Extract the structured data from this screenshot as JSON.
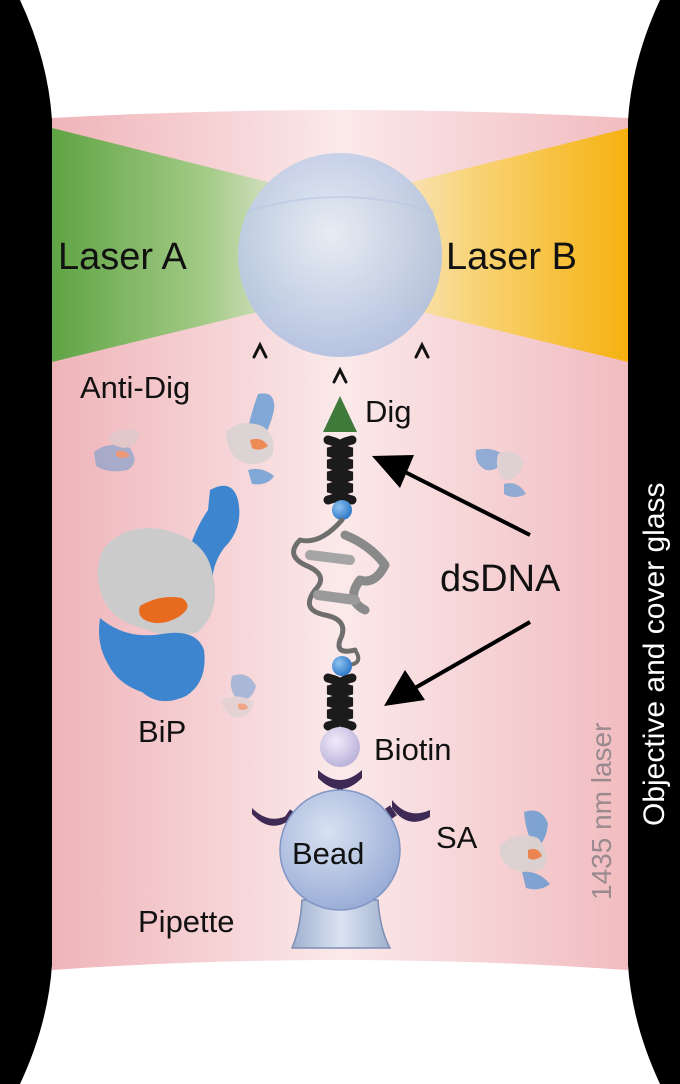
{
  "labels": {
    "laser_a": "Laser A",
    "laser_b": "Laser B",
    "anti_dig": "Anti-Dig",
    "dig": "Dig",
    "dsdna": "dsDNA",
    "bip": "BiP",
    "biotin": "Biotin",
    "bead": "Bead",
    "sa": "SA",
    "pipette": "Pipette",
    "heating_laser": "1435 nm laser",
    "objective": "Objective and cover glass"
  },
  "colors": {
    "chamber_pink": "#f3c9cc",
    "laser_a_green": "#6cab4e",
    "laser_b_orange": "#f6b417",
    "bead_blue": "#a8b9dc",
    "protein_blue": "#3d86cf",
    "protein_gray": "#c9c9c9",
    "ligand_orange": "#e86a1e",
    "streptavidin_purple": "#3f2a55",
    "dig_green": "#3f7a3a",
    "heating_laser_text": "#9a8a8f"
  }
}
